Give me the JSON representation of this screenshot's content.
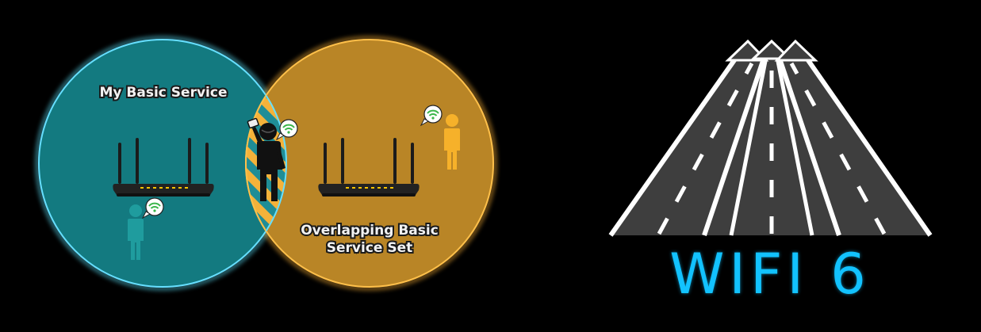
{
  "diagram": {
    "my_bss_label": "My Basic Service",
    "obss_label_line1": "Overlapping Basic",
    "obss_label_line2": "Service Set",
    "wifi6_title": "WIFI 6"
  },
  "colors": {
    "background": "#000000",
    "my_bss_fill": "#137a80",
    "my_bss_glow": "#5fe7ff",
    "obss_fill": "#b98526",
    "obss_glow": "#ffb438",
    "overlap_stripe_yellow": "#f4b23a",
    "overlap_stripe_teal": "#1f8d96",
    "client_teal": "#1f9c9e",
    "client_yellow": "#f6b12a",
    "wifi_icon_green": "#3ab54a",
    "router_led": "#f7c300",
    "road_asphalt": "#3e3e3e",
    "road_lines": "#ffffff",
    "wifi6_text": "#12c2ff"
  },
  "icons": [
    "router-icon",
    "person-icon",
    "wifi-bubble-icon",
    "smartphone-icon",
    "road-arrow-icon"
  ]
}
